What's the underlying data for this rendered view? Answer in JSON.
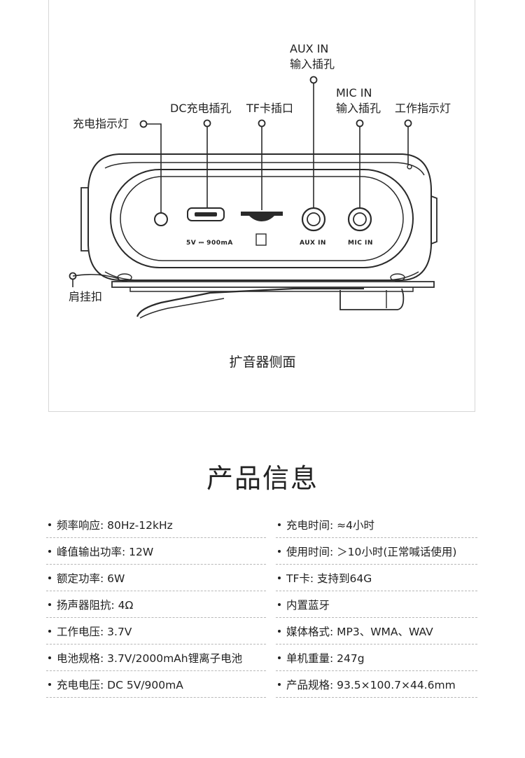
{
  "diagram": {
    "callouts": {
      "charge_indicator": "充电指示灯",
      "dc_port": "DC充电插孔",
      "tf_slot": "TF卡插口",
      "aux_in_title": "AUX IN",
      "aux_in_sub": "输入插孔",
      "mic_in_title": "MIC IN",
      "mic_in_sub": "输入插孔",
      "work_indicator": "工作指示灯",
      "shoulder_clip": "肩挂扣"
    },
    "port_labels": {
      "dc": "5V ⎓ 900mA",
      "aux": "AUX  IN",
      "mic": "MIC  IN"
    },
    "caption": "扩音器侧面"
  },
  "info": {
    "title": "产品信息",
    "left": [
      "频率响应: 80Hz-12kHz",
      "峰值输出功率: 12W",
      "额定功率: 6W",
      "扬声器阻抗: 4Ω",
      "工作电压: 3.7V",
      "电池规格: 3.7V/2000mAh锂离子电池",
      "充电电压: DC  5V/900mA"
    ],
    "right": [
      "充电时间: ≈4小时",
      "使用时间: ＞10小时(正常喊话使用)",
      "TF卡: 支持到64G",
      "内置蓝牙",
      "媒体格式: MP3、WMA、WAV",
      "单机重量: 247g",
      "产品规格: 93.5×100.7×44.6mm"
    ]
  }
}
